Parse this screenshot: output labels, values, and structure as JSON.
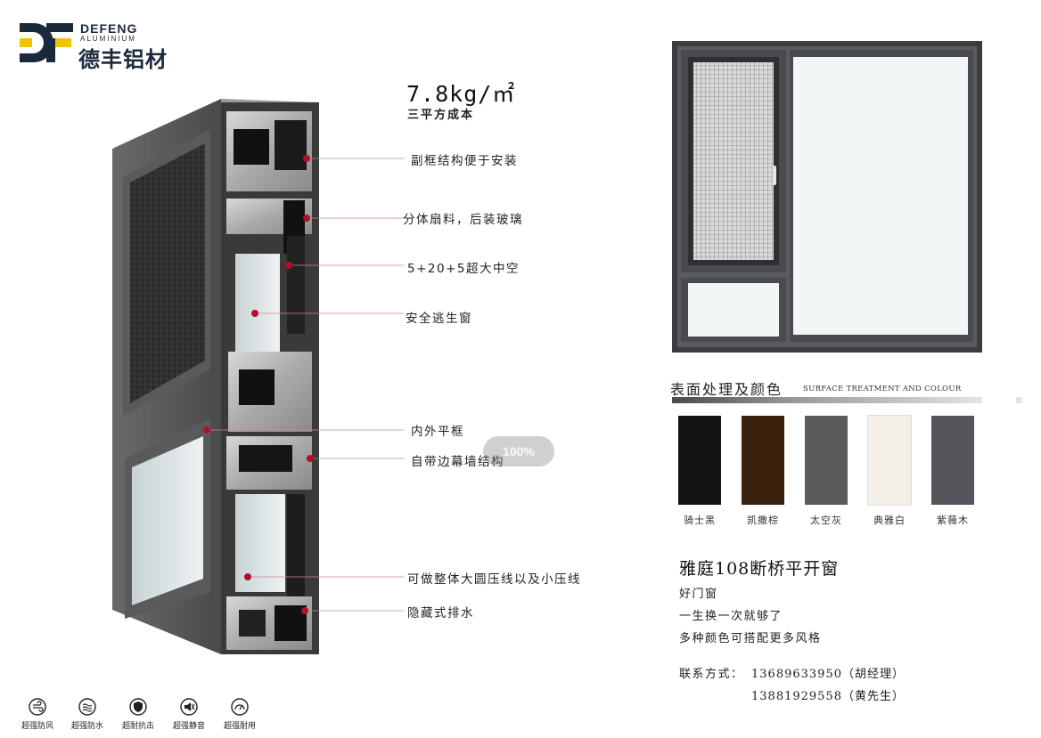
{
  "brand": {
    "name_en": "DEFENG",
    "sub_en": "ALUMINIUM",
    "name_cn": "德丰铝材",
    "colors": {
      "navy": "#1b2a3a",
      "yellow": "#f2c400"
    }
  },
  "spec": {
    "weight": "7.8kg/㎡",
    "cost_note": "三平方成本"
  },
  "callouts": [
    "副框结构便于安装",
    "分体扇料，后装玻璃",
    "5+20+5超大中空",
    "安全逃生窗",
    "内外平框",
    "自带边幕墙结构",
    "可做整体大圆压线以及小压线",
    "隐藏式排水"
  ],
  "zoom_badge": "100%",
  "features": [
    {
      "icon": "wind-icon",
      "label": "超强防风"
    },
    {
      "icon": "water-icon",
      "label": "超强防水"
    },
    {
      "icon": "shield-icon",
      "label": "超耐抗击"
    },
    {
      "icon": "speaker-mute-icon",
      "label": "超强静音"
    },
    {
      "icon": "gauge-icon",
      "label": "超强耐用"
    }
  ],
  "surface": {
    "title": "表面处理及颜色",
    "title_en": "SURFACE TREATMENT AND COLOUR",
    "swatches": [
      {
        "name": "骑士黑",
        "color": "#141414"
      },
      {
        "name": "凯撒棕",
        "color": "#3a220f"
      },
      {
        "name": "太空灰",
        "color": "#5a5b5d"
      },
      {
        "name": "典雅白",
        "color": "#f3efe9"
      },
      {
        "name": "紫薇木",
        "color": "#55565c"
      }
    ]
  },
  "product": {
    "title": "雅庭108断桥平开窗",
    "lines": [
      "好门窗",
      "一生换一次就够了",
      "多种颜色可搭配更多风格"
    ]
  },
  "contact": {
    "label": "联系方式：",
    "phones": [
      "13689633950（胡经理）",
      "13881929558（黄先生）"
    ]
  }
}
